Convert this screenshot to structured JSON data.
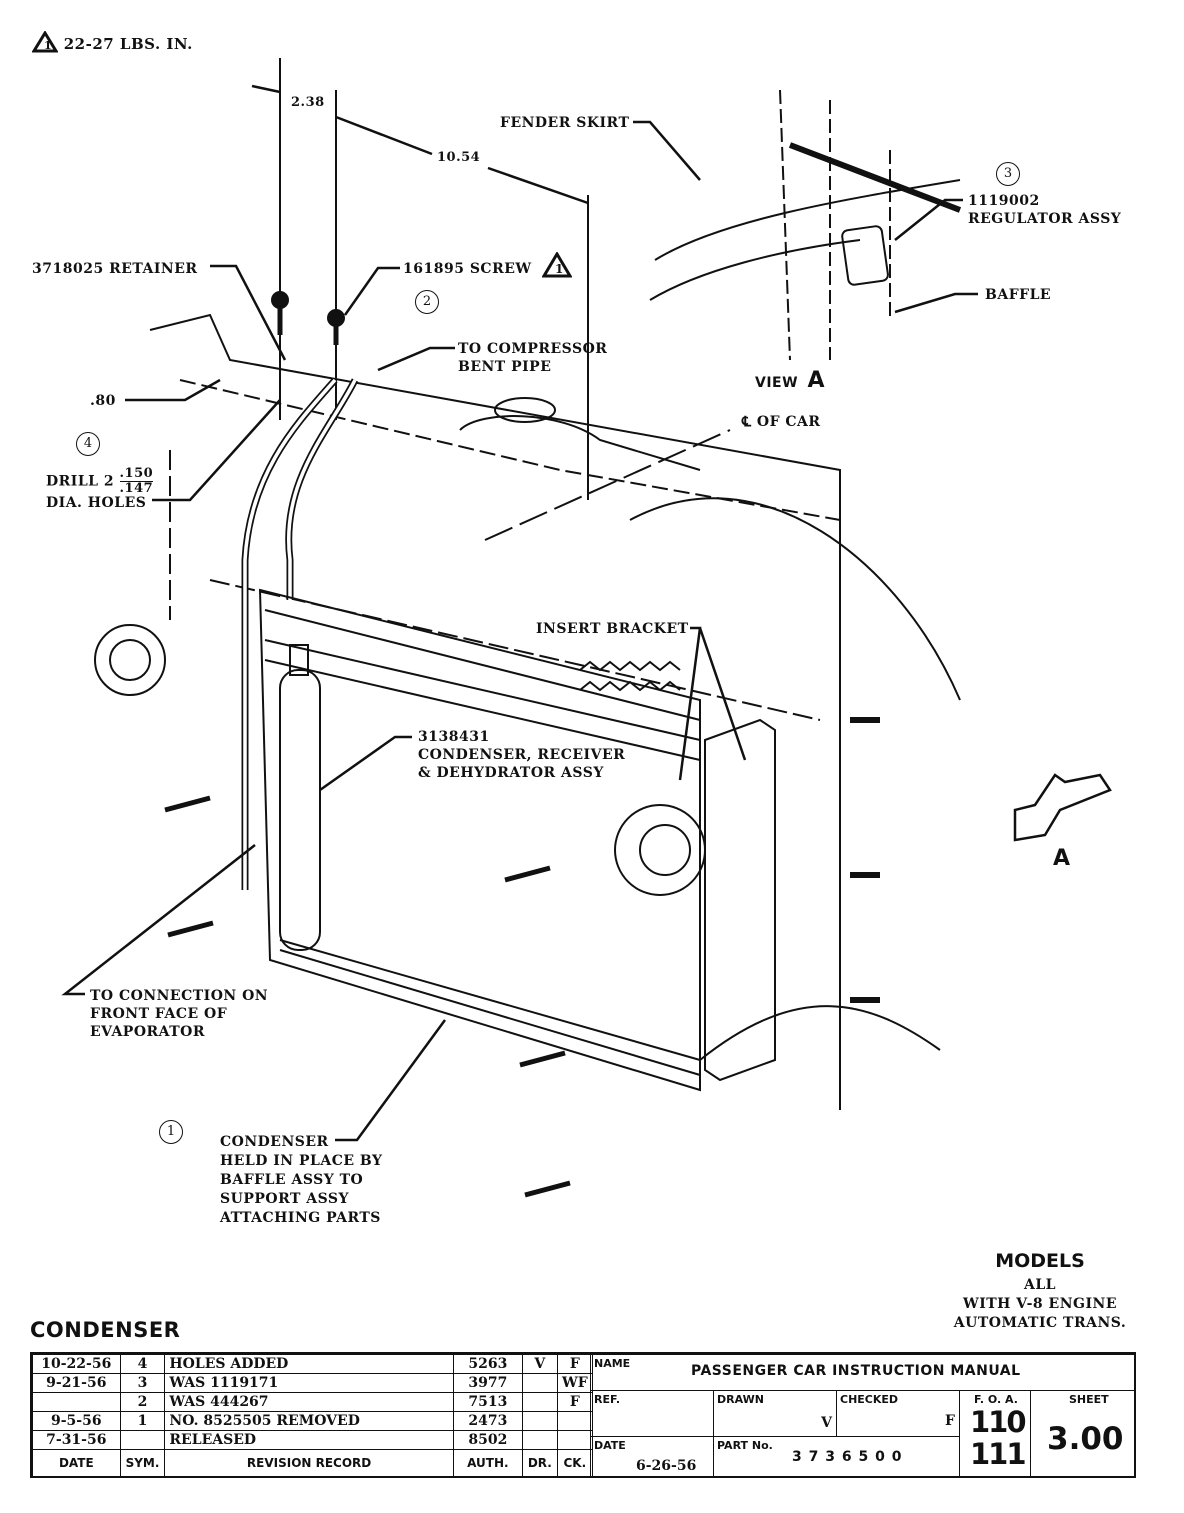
{
  "torque_note": {
    "symbol": "1",
    "text": "22-27 LBS. IN."
  },
  "dimensions": {
    "d1": "2.38",
    "d2": "10.54",
    "d3": ".80",
    "drill_prefix": "DRILL 2",
    "drill_upper": ".150",
    "drill_lower": ".147",
    "drill_suffix": "DIA. HOLES"
  },
  "callouts": {
    "retainer": "3718025 RETAINER",
    "screw": "161895 SCREW",
    "screw_note_symbol": "1",
    "compressor_line1": "TO COMPRESSOR",
    "compressor_line2": "BENT PIPE",
    "fender_skirt": "FENDER SKIRT",
    "regulator_line1": "1119002",
    "regulator_line2": "REGULATOR ASSY",
    "baffle": "BAFFLE",
    "view_label": "VIEW",
    "view_letter": "A",
    "centerline": "OF CAR",
    "centerline_symbol": "℄",
    "insert_bracket": "INSERT BRACKET",
    "condenser_line1": "3138431",
    "condenser_line2": "CONDENSER, RECEIVER",
    "condenser_line3": "& DEHYDRATOR ASSY",
    "connection_line1": "TO CONNECTION ON",
    "connection_line2": "FRONT FACE OF",
    "connection_line3": "EVAPORATOR",
    "held_line1": "CONDENSER",
    "held_line2": "HELD IN PLACE BY",
    "held_line3": "BAFFLE ASSY TO",
    "held_line4": "SUPPORT ASSY",
    "held_line5": "ATTACHING PARTS",
    "arrow_letter": "A"
  },
  "step_numbers": [
    "1",
    "2",
    "3",
    "4"
  ],
  "title": "CONDENSER",
  "models": {
    "heading": "MODELS",
    "lines": [
      "ALL",
      "WITH V-8 ENGINE",
      "AUTOMATIC TRANS."
    ]
  },
  "revision_record": {
    "rows": [
      {
        "date": "10-22-56",
        "sym": "4",
        "record": "HOLES ADDED",
        "auth": "5263",
        "dr": "V",
        "ck": "F"
      },
      {
        "date": "9-21-56",
        "sym": "3",
        "record": "WAS 1119171",
        "auth": "3977",
        "dr": "",
        "ck": "WF"
      },
      {
        "date": "",
        "sym": "2",
        "record": "WAS 444267",
        "auth": "7513",
        "dr": "",
        "ck": "F"
      },
      {
        "date": "9-5-56",
        "sym": "1",
        "record": "NO. 8525505 REMOVED",
        "auth": "2473",
        "dr": "",
        "ck": ""
      },
      {
        "date": "7-31-56",
        "sym": "",
        "record": "RELEASED",
        "auth": "8502",
        "dr": "",
        "ck": ""
      }
    ],
    "headers": {
      "date": "DATE",
      "sym": "SYM.",
      "record": "REVISION RECORD",
      "auth": "AUTH.",
      "dr": "DR.",
      "ck": "CK."
    }
  },
  "title_block": {
    "name_label": "NAME",
    "name": "PASSENGER CAR INSTRUCTION MANUAL",
    "ref_label": "REF.",
    "ref": "",
    "drawn_label": "DRAWN",
    "drawn": "V",
    "checked_label": "CHECKED",
    "checked": "F",
    "foa_label": "F. O. A.",
    "foa_1": "110",
    "foa_2": "111",
    "sheet_label": "SHEET",
    "sheet": "3.00",
    "date_label": "DATE",
    "date": "6-26-56",
    "part_label": "PART No.",
    "part": "3 7 3 6 5 0 0"
  }
}
